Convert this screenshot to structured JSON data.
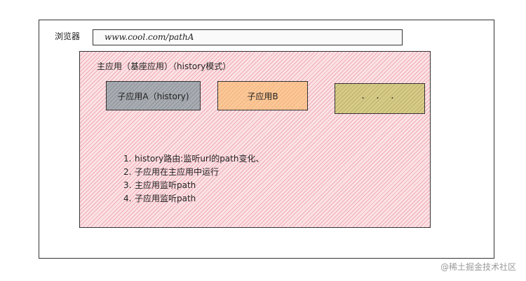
{
  "browser": {
    "label": "浏览器",
    "url": "www.cool.com/pathA"
  },
  "main_app": {
    "title": "主应用（基座应用）（history模式）"
  },
  "sub_apps": [
    {
      "label": "子应用A（history)"
    },
    {
      "label": "子应用B"
    },
    {
      "label": "· · ·"
    }
  ],
  "steps": [
    {
      "num": "1.",
      "text": "history路由:监听url的path变化、"
    },
    {
      "num": "2.",
      "text": "子应用在主应用中运行"
    },
    {
      "num": "3.",
      "text": "主应用监听path"
    },
    {
      "num": "4.",
      "text": "子应用监听path"
    }
  ],
  "watermark": "@稀土掘金技术社区",
  "colors": {
    "main_app_fill": "#fbe3e6",
    "sub_a_fill": "#a9adb2",
    "sub_b_fill": "#fbc89a",
    "sub_more_fill": "#d6cb8a"
  }
}
